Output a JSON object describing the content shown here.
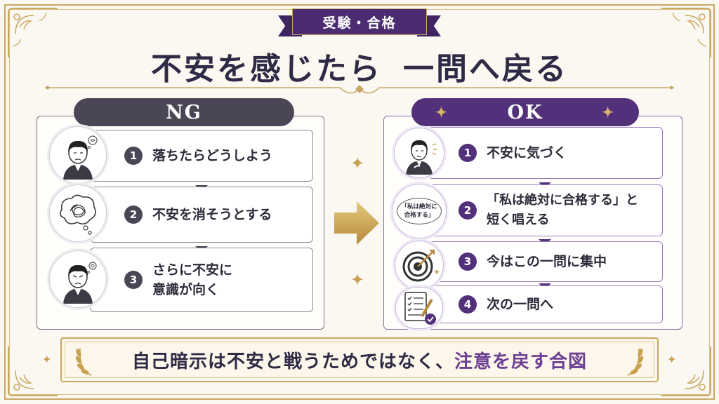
{
  "tag": "受験・合格",
  "title": {
    "part1": "不安を感じたら",
    "part2": "一問へ戻る"
  },
  "ng": {
    "heading": "NG",
    "items": [
      {
        "num": "1",
        "text": "落ちたらどうしよう"
      },
      {
        "num": "2",
        "text": "不安を消そうとする"
      },
      {
        "num": "3",
        "line1": "さらに不安に",
        "line2": "意識が向く"
      }
    ]
  },
  "ok": {
    "heading": "OK",
    "speech": {
      "line1": "「私は絶対に",
      "line2": "合格する」"
    },
    "items": [
      {
        "num": "1",
        "text": "不安に気づく"
      },
      {
        "num": "2",
        "line1": "「私は絶対に合格する」と",
        "line2": "短く唱える"
      },
      {
        "num": "3",
        "text": "今はこの一問に集中"
      },
      {
        "num": "4",
        "text": "次の一問へ"
      }
    ]
  },
  "banner": {
    "text": "自己暗示は不安と戦うためではなく、",
    "highlight": "注意を戻す合図"
  },
  "colors": {
    "ng": "#4a4655",
    "ok": "#52307a",
    "gold": "#c9a864",
    "highlight": "#6b3f93"
  },
  "icons": {
    "ng": [
      "worried-person-icon",
      "tangled-thoughts-icon",
      "sad-person-icon"
    ],
    "ok": [
      "calm-person-icon",
      "speech-bubble-icon",
      "target-arrow-icon",
      "checklist-pencil-icon"
    ]
  }
}
